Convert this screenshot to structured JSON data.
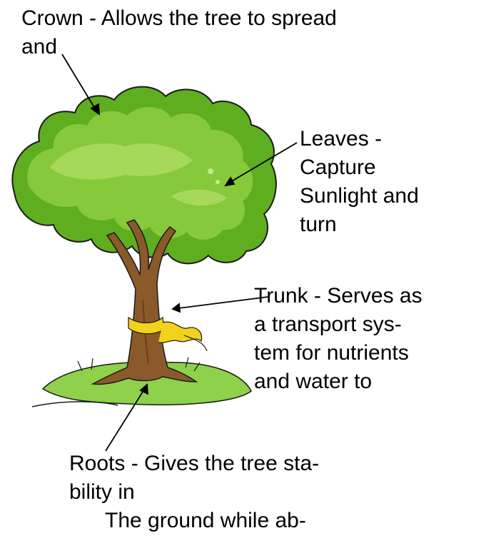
{
  "labels": {
    "crown": [
      "Crown - Allows the tree to spread",
      "and"
    ],
    "leaves": [
      "Leaves -",
      "Capture",
      "Sunlight and",
      "turn"
    ],
    "trunk": [
      "Trunk - Serves as",
      "a transport sys-",
      "tem for nutrients",
      "and water to"
    ],
    "roots": [
      "Roots - Gives the tree sta-",
      "bility in",
      "The ground while ab-"
    ]
  },
  "colors": {
    "leaf_dark": "#5fae1f",
    "leaf_mid": "#86c93a",
    "leaf_light": "#a6d85a",
    "trunk": "#8b5a2b",
    "ribbon": "#f2d21a",
    "grass": "#8fd14a",
    "outline": "#1a1a1a"
  }
}
